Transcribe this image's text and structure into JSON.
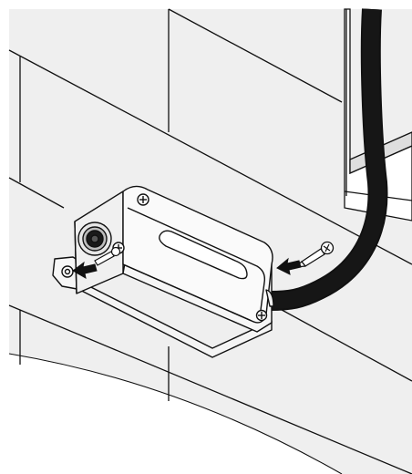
{
  "figure": {
    "kind": "installation-illustration",
    "colors": {
      "ink": "#111111",
      "wall": "#efefef",
      "box": "#f4f4f4",
      "cable": "#161616",
      "background": "#ffffff"
    },
    "icons": [
      "wall-tiles",
      "junction-box",
      "cable",
      "screw",
      "arrow",
      "cable-gland"
    ]
  }
}
